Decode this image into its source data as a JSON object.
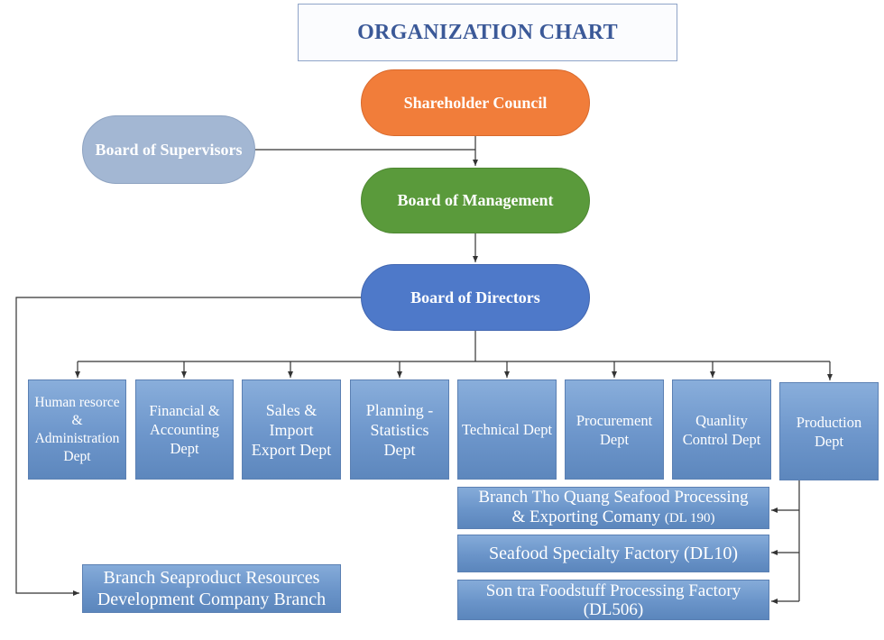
{
  "title": "ORGANIZATION CHART",
  "top": {
    "shareholder": "Shareholder Council",
    "supervisors": "Board of Supervisors",
    "management": "Board of Management",
    "directors": "Board of Directors"
  },
  "departments": [
    "Human resorce & Administration Dept",
    "Financial & Accounting Dept",
    "Sales & Import Export Dept",
    "Planning - Statistics Dept",
    "Technical Dept",
    "Procurement Dept",
    "Quanlity Control Dept",
    "Production Dept"
  ],
  "branches": {
    "tho_quang_line1": "Branch Tho Quang Seafood Processing",
    "tho_quang_line2": "& Exporting Comany",
    "tho_quang_code": "(DL 190)",
    "specialty": "Seafood Specialty Factory (DL10)",
    "son_tra_line1": "Son tra Foodstuff Processing Factory",
    "son_tra_line2": "(DL506)",
    "seaproduct_line1": "Branch Seaproduct Resources",
    "seaproduct_line2": "Development Company Branch"
  },
  "colors": {
    "title_text": "#3b5998",
    "shareholder": "#f17d3a",
    "supervisors": "#a3b7d3",
    "management": "#5a9a3b",
    "directors": "#4e79c9",
    "dept_box": "#6d96cb",
    "connector": "#333333"
  }
}
